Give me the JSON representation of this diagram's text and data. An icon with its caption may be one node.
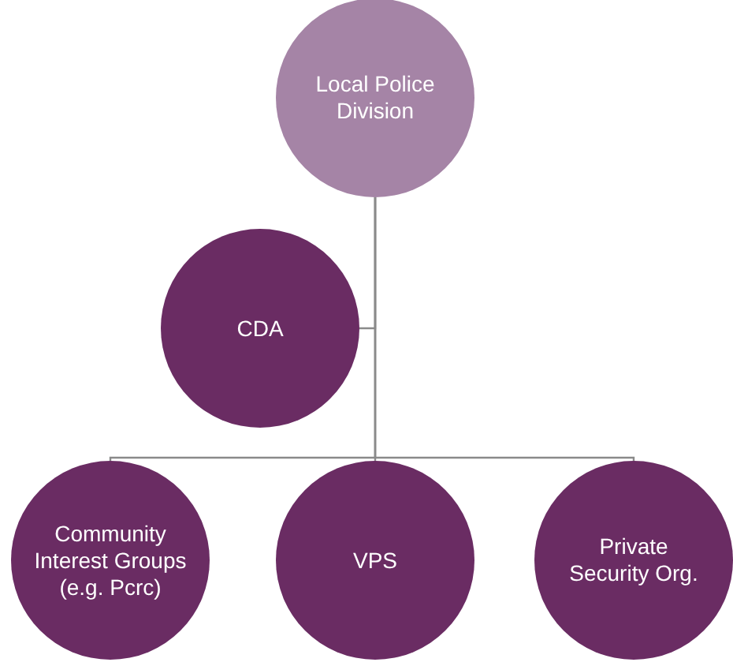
{
  "diagram": {
    "nodes": [
      {
        "text": [
          "Local Police Division"
        ]
      },
      {
        "text": [
          "CDA"
        ]
      },
      {
        "text": [
          "Community Interest Groups (e.g. Pcrc)"
        ]
      },
      {
        "text": [
          "VPS"
        ]
      },
      {
        "text": [
          "Private Security Org."
        ]
      }
    ],
    "edges": [
      {
        "from": 0,
        "to": 1,
        "arrow": "none"
      },
      {
        "from": 0,
        "to": 2,
        "arrow": "none"
      },
      {
        "from": 0,
        "to": 3,
        "arrow": "none"
      },
      {
        "from": 0,
        "to": 4,
        "arrow": "none"
      }
    ]
  }
}
